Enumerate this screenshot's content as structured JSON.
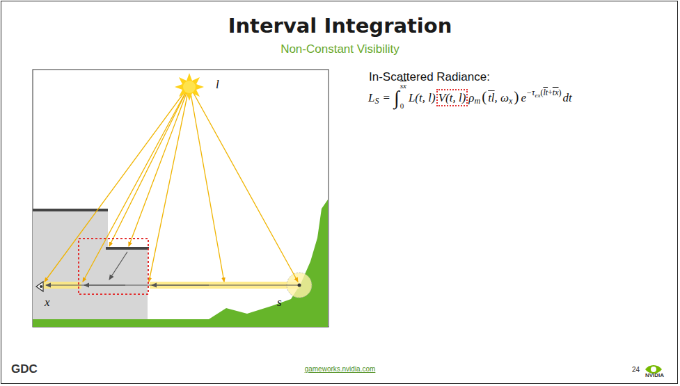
{
  "diagram": {
    "title": "Interval Integration",
    "labels": [
      "Non-Constant Visibility",
      "In-Scattered Radiance:",
      "L",
      "S",
      "=",
      "∫",
      "sx",
      "0",
      "L(t, l)",
      "V(t, l)",
      "ρ",
      "m",
      "(",
      "tl",
      ", ω",
      "x",
      ")",
      "e",
      "−τ",
      "ex",
      "(",
      "lt",
      "+",
      "tx",
      ")",
      "dt",
      "l",
      "x",
      "s",
      "GDC",
      "gameworks.nvidia.com",
      "24",
      "NVIDIA"
    ]
  }
}
